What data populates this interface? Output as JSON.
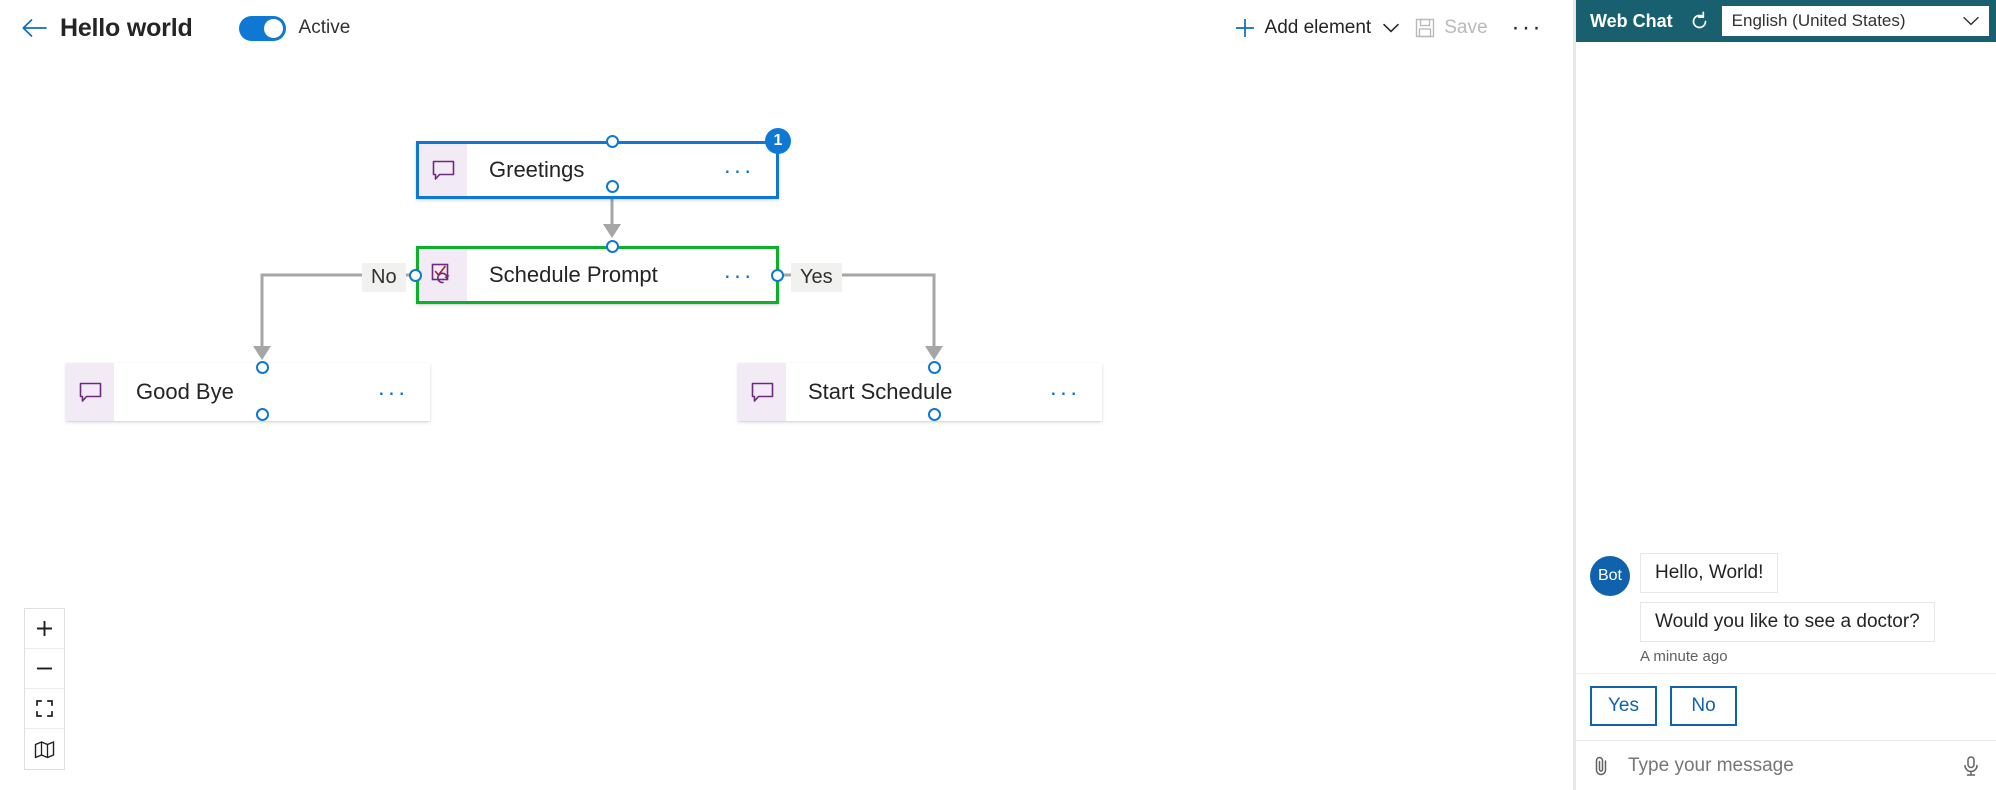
{
  "header": {
    "back_icon": "arrow-left-icon",
    "title": "Hello world",
    "toggle_state_label": "Active",
    "toggle_on": true,
    "accent_color": "#0f78d4",
    "add_element_label": "Add element",
    "add_element_icon": "plus-icon",
    "add_element_chevron": "chevron-down-icon",
    "save_label": "Save",
    "save_icon": "save-floppy-icon",
    "save_disabled": true,
    "overflow_label": "···"
  },
  "canvas": {
    "nodes": [
      {
        "id": "greetings",
        "title": "Greetings",
        "icon": "message-bubble-icon",
        "state": "selected",
        "badge": "1",
        "border_color": "#0f78d4"
      },
      {
        "id": "schedule-prompt",
        "title": "Schedule Prompt",
        "icon": "question-checkbox-icon",
        "state": "running",
        "border_color": "#0db02b"
      },
      {
        "id": "good-bye",
        "title": "Good Bye",
        "icon": "message-bubble-icon",
        "state": "default"
      },
      {
        "id": "start-schedule",
        "title": "Start Schedule",
        "icon": "message-bubble-icon",
        "state": "default"
      }
    ],
    "edge_labels": {
      "no": "No",
      "yes": "Yes"
    },
    "node_menu_glyph": "···",
    "zoom_controls": [
      {
        "name": "zoom-in",
        "glyph": "+"
      },
      {
        "name": "zoom-out",
        "glyph": "−"
      },
      {
        "name": "fit-to-screen",
        "glyph": ""
      },
      {
        "name": "minimap",
        "glyph": ""
      }
    ]
  },
  "chat": {
    "header_title": "Web Chat",
    "header_bg": "#18606f",
    "refresh_icon": "refresh-icon",
    "language": "English (United States)",
    "language_chevron": "chevron-down-icon",
    "avatar_label": "Bot",
    "messages": [
      {
        "author": "Bot",
        "text": "Hello, World!",
        "show_avatar": true
      },
      {
        "author": "Bot",
        "text": "Would you like to see a doctor?",
        "show_avatar": false
      }
    ],
    "timestamp": "A minute ago",
    "suggested_actions": [
      {
        "label": "Yes"
      },
      {
        "label": "No"
      }
    ],
    "composer": {
      "attach_icon": "paperclip-icon",
      "placeholder": "Type your message",
      "value": "",
      "mic_icon": "microphone-icon"
    }
  }
}
